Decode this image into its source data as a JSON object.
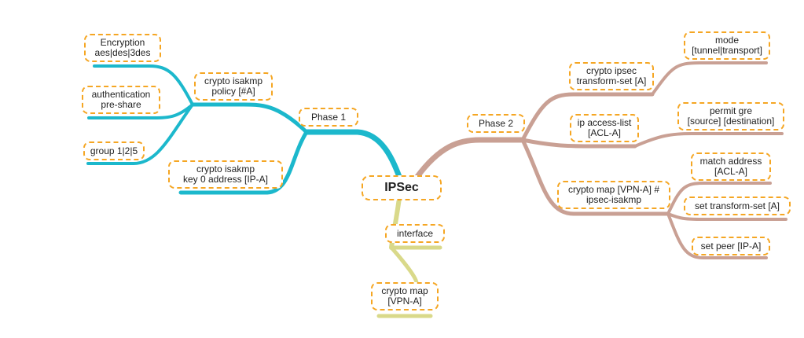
{
  "colors": {
    "left_branch": "#1cb8cc",
    "right_branch": "#c9a094",
    "bottom_branch": "#d9d98a",
    "node_border": "#f5a623"
  },
  "root": {
    "label": "IPSec"
  },
  "left": {
    "phase1": {
      "label": "Phase 1"
    },
    "isakmp_policy": {
      "line1": "crypto isakmp",
      "line2": "policy [#A]"
    },
    "encryption": {
      "line1": "Encryption",
      "line2": "aes|des|3des"
    },
    "authentication": {
      "line1": "authentication",
      "line2": "pre-share"
    },
    "group": {
      "label": "group 1|2|5"
    },
    "isakmp_key": {
      "line1": "crypto isakmp",
      "line2": "key 0 address [IP-A]"
    }
  },
  "right": {
    "phase2": {
      "label": "Phase 2"
    },
    "transform_set": {
      "line1": "crypto ipsec",
      "line2": "transform-set [A]"
    },
    "mode": {
      "line1": "mode",
      "line2": "[tunnel|transport]"
    },
    "access_list": {
      "line1": "ip access-list",
      "line2": "[ACL-A]"
    },
    "permit_gre": {
      "line1": "permit gre",
      "line2": "[source] [destination]"
    },
    "crypto_map": {
      "line1": "crypto map [VPN-A] #",
      "line2": "ipsec-isakmp"
    },
    "match_address": {
      "line1": "match address",
      "line2": "[ACL-A]"
    },
    "set_transform": {
      "label": "set transform-set [A]"
    },
    "set_peer": {
      "label": "set peer [IP-A]"
    }
  },
  "bottom": {
    "interface": {
      "label": "interface"
    },
    "crypto_map_vpn": {
      "line1": "crypto map",
      "line2": "[VPN-A]"
    }
  }
}
